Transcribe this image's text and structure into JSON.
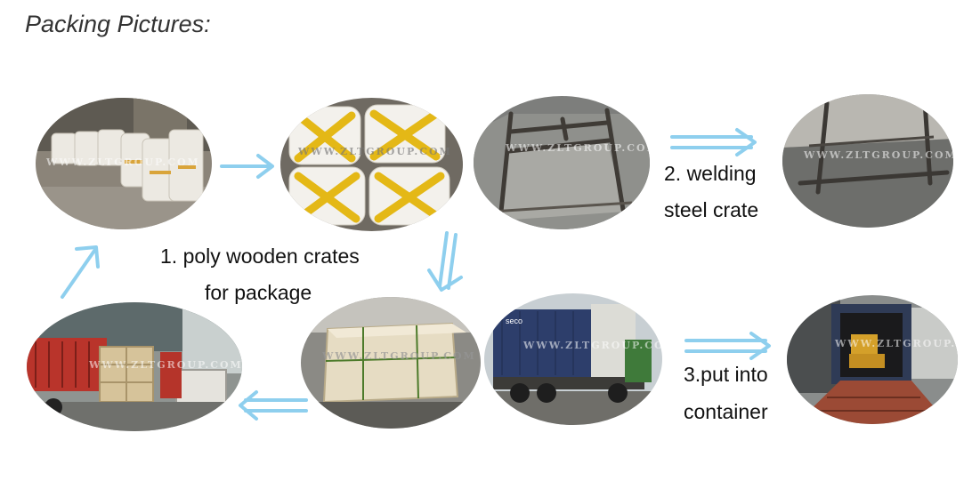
{
  "page": {
    "title": "Packing Pictures:"
  },
  "steps": {
    "step1": {
      "line1": "1. poly wooden crates",
      "line2": "for package"
    },
    "step2": {
      "line1": "2. welding",
      "line2": "steel crate"
    },
    "step3": {
      "line1": "3.put into",
      "line2": "container"
    }
  },
  "watermark": "WWW.ZLTGROUP.COM",
  "truck_brand": "seco",
  "colors": {
    "arrow": "#8ecfee",
    "text": "#111111",
    "title": "#333333"
  }
}
